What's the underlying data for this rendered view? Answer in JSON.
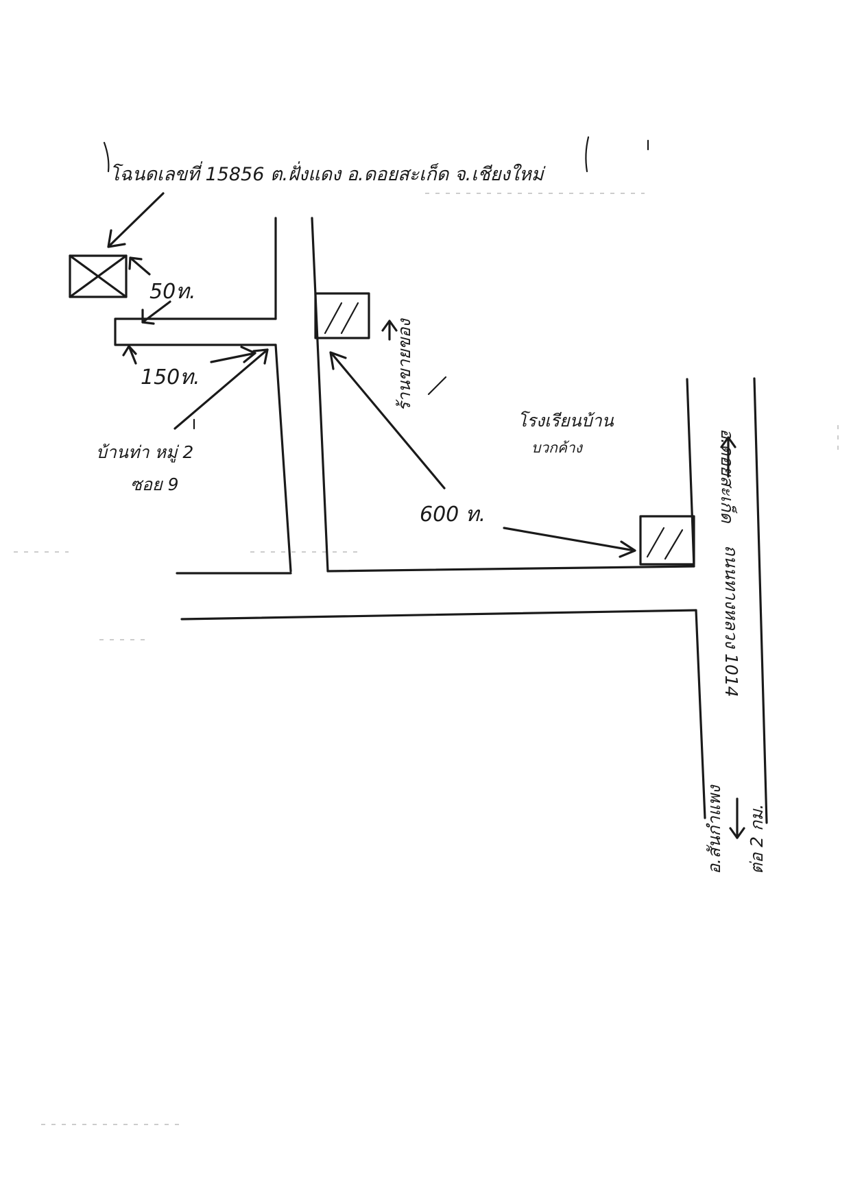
{
  "title": "โฉนดเลขที่ 15856 ต.ฝั่งแดง อ.ดอยสะเก็ด จ.เชียงใหม่",
  "labels": {
    "dist_50": "50ท.",
    "dist_150": "150ท.",
    "dist_600": "600 ท.",
    "village_line1": "บ้านท่า หมู่ 2",
    "village_line2": "ซอย 9",
    "shop_left": "ร้านขายของ",
    "school_line1": "โรงเรียนบ้าน",
    "school_line2": "บวกค้าง",
    "road_right_top": "อ.ดอยสะเก็ด",
    "road_main": "ถนนทางหลวง 1014",
    "road_bottom_line1": "อ.สันกำแพง",
    "road_bottom_line2": "ต่อ 2 กม."
  },
  "icons": {
    "plot": "crossed-box-icon",
    "building": "hatched-box-icon",
    "arrow": "arrow-icon"
  },
  "colors": {
    "ink": "#1a1a1a",
    "paper": "#ffffff"
  }
}
